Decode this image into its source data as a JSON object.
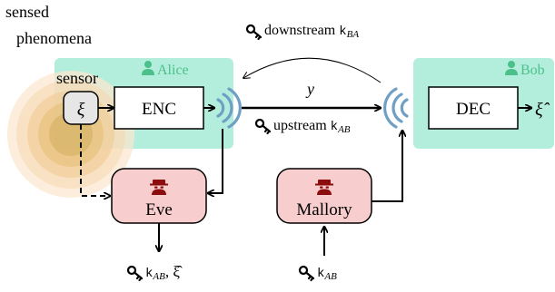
{
  "phenomena_label_line1": "sensed",
  "phenomena_label_line2": "phenomena",
  "alice_label": "Alice",
  "bob_label": "Bob",
  "sensor_label": "sensor",
  "xi_symbol": "ξ",
  "enc_label": "ENC",
  "dec_label": "DEC",
  "xi_hat_output": "ξ̂",
  "channel_label": "y",
  "downstream_text": "downstream ",
  "downstream_key": "k",
  "downstream_sub": "BA",
  "upstream_text": "upstream ",
  "upstream_key": "k",
  "upstream_sub": "AB",
  "eve_label": "Eve",
  "mallory_label": "Mallory",
  "eve_output_key": "k",
  "eve_output_sub": "AB",
  "eve_output_suffix": ", ξ̂",
  "mallory_input_key": "k",
  "mallory_input_sub": "AB",
  "colors": {
    "party_box": "#b3eedc",
    "attacker_box": "#f8cdcd",
    "person_icon": "#4cc08a",
    "antenna": "#6f9fc4"
  }
}
